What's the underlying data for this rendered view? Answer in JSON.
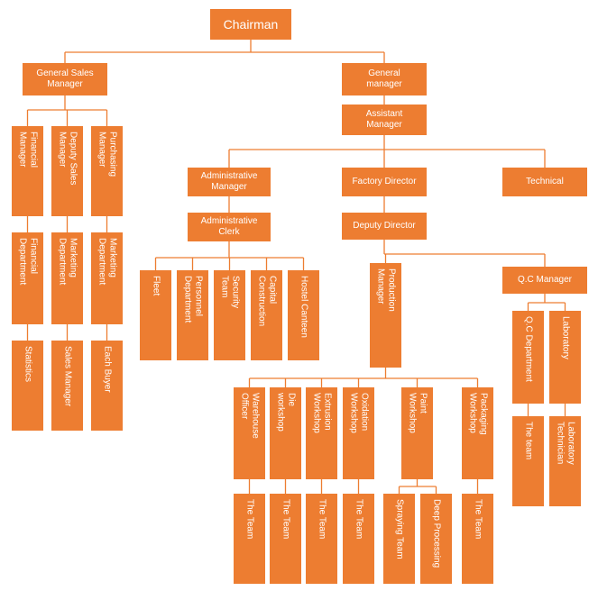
{
  "chart_data": {
    "type": "org-chart",
    "nodes": [
      {
        "id": "chairman",
        "label": "Chairman",
        "parent": null
      },
      {
        "id": "gsm",
        "label": "General Sales\nManager",
        "parent": "chairman"
      },
      {
        "id": "gm",
        "label": "General\nmanager",
        "parent": "chairman"
      },
      {
        "id": "fin_mgr",
        "label": "Financial\nManager",
        "parent": "gsm"
      },
      {
        "id": "dep_sales",
        "label": "Deputy Sales\nManager",
        "parent": "gsm"
      },
      {
        "id": "purch_mgr",
        "label": "Purchasing\nManager",
        "parent": "gsm"
      },
      {
        "id": "fin_dept",
        "label": "Financial\nDepartment",
        "parent": "fin_mgr"
      },
      {
        "id": "mkt_dept1",
        "label": "Marketing\nDepartment",
        "parent": "dep_sales"
      },
      {
        "id": "mkt_dept2",
        "label": "Marketing\nDepartment",
        "parent": "purch_mgr"
      },
      {
        "id": "statistics",
        "label": "Statistics",
        "parent": "fin_dept"
      },
      {
        "id": "sales_mgr",
        "label": "Sales Manager",
        "parent": "mkt_dept1"
      },
      {
        "id": "each_buyer",
        "label": "Each Buyer",
        "parent": "mkt_dept2"
      },
      {
        "id": "asst_mgr",
        "label": "Assistant\nManager",
        "parent": "gm"
      },
      {
        "id": "admin_mgr",
        "label": "Administrative\nManager",
        "parent": "asst_mgr"
      },
      {
        "id": "factory_dir",
        "label": "Factory Director",
        "parent": "asst_mgr"
      },
      {
        "id": "technical",
        "label": "Technical",
        "parent": "asst_mgr"
      },
      {
        "id": "admin_clerk",
        "label": "Administrative\nClerk",
        "parent": "admin_mgr"
      },
      {
        "id": "fleet",
        "label": "Fleet",
        "parent": "admin_clerk"
      },
      {
        "id": "personnel",
        "label": "Personnel\nDepartment",
        "parent": "admin_clerk"
      },
      {
        "id": "security",
        "label": "Security\nTeam",
        "parent": "admin_clerk"
      },
      {
        "id": "capital",
        "label": "Capital\nConstruction",
        "parent": "admin_clerk"
      },
      {
        "id": "hostel",
        "label": "Hostel Canteen",
        "parent": "admin_clerk"
      },
      {
        "id": "deputy_dir",
        "label": "Deputy Director",
        "parent": "factory_dir"
      },
      {
        "id": "prod_mgr",
        "label": "Production\nManager",
        "parent": "deputy_dir"
      },
      {
        "id": "qc_mgr",
        "label": "Q.C Manager",
        "parent": "deputy_dir"
      },
      {
        "id": "warehouse",
        "label": "Warehouse\nOfficer",
        "parent": "prod_mgr"
      },
      {
        "id": "die_ws",
        "label": "Die\nworkshop",
        "parent": "prod_mgr"
      },
      {
        "id": "extrusion_ws",
        "label": "Extrusion\nWorkshop",
        "parent": "prod_mgr"
      },
      {
        "id": "oxidation_ws",
        "label": "Oxidation\nWorkshop",
        "parent": "prod_mgr"
      },
      {
        "id": "paint_ws",
        "label": "Paint\nWorkshop",
        "parent": "prod_mgr"
      },
      {
        "id": "packaging_ws",
        "label": "Packaging\nWorkshop",
        "parent": "prod_mgr"
      },
      {
        "id": "team_warehouse",
        "label": "The Team",
        "parent": "warehouse"
      },
      {
        "id": "team_die",
        "label": "The Team",
        "parent": "die_ws"
      },
      {
        "id": "team_extrusion",
        "label": "The Team",
        "parent": "extrusion_ws"
      },
      {
        "id": "team_oxidation",
        "label": "The Team",
        "parent": "oxidation_ws"
      },
      {
        "id": "spraying",
        "label": "Spraying Team",
        "parent": "paint_ws"
      },
      {
        "id": "deep_proc",
        "label": "Deep Processing",
        "parent": "paint_ws"
      },
      {
        "id": "team_packaging",
        "label": "The Team",
        "parent": "packaging_ws"
      },
      {
        "id": "qc_dept",
        "label": "Q.C Department",
        "parent": "qc_mgr"
      },
      {
        "id": "laboratory",
        "label": "Laboratory",
        "parent": "qc_mgr"
      },
      {
        "id": "qc_team",
        "label": "The team",
        "parent": "qc_dept"
      },
      {
        "id": "lab_tech",
        "label": "Laboratory\nTechnician",
        "parent": "laboratory"
      }
    ]
  },
  "colors": {
    "box": "#ed7d31",
    "text": "#ffffff",
    "line": "#ed7d31"
  }
}
